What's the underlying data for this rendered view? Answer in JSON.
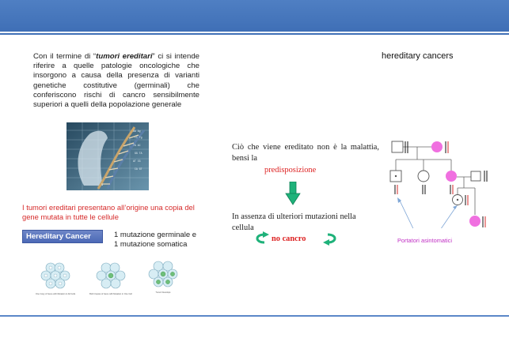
{
  "header": {
    "bar_color": "#4472c4"
  },
  "slide": {
    "intro": {
      "before": "Con il termine di “",
      "emphasis": "tumori ereditari",
      "after": "” ci si intende riferire a quelle patologie oncologiche che insorgono a causa della presenza di varianti genetiche costitutive (germinali) che conferiscono rischi di cancro sensibilmente superiori a quelli della popolazione generale"
    },
    "english_label": "hereditary cancers",
    "red_statement": "I tumori ereditari presentano all’origine una copia del gene mutata in tutte le cellule",
    "badge": "Hereditary Cancer",
    "mutation_line1": "1 mutazione germinale e",
    "mutation_line2": "1 mutazione somatica",
    "inherited_text": "Ciò che viene ereditato non è la malattia, bensi la",
    "predisposition": "predisposizione",
    "absence_text": "In assenza di ulteriori mutazioni nella cellula",
    "no_cancer": "no cancro",
    "carriers_label": "Portatori asintomatici",
    "cell_captions": [
      "One Copy of Gene with Mutation in All Cells",
      "Both Copies of Gene with Mutation in One Cell",
      "Tumor Develops"
    ]
  },
  "colors": {
    "accent_red": "#d62a2a",
    "affected_pink": "#f070e0",
    "arrow_green": "#1fb27a",
    "carrier_magenta": "#c02fc4"
  }
}
